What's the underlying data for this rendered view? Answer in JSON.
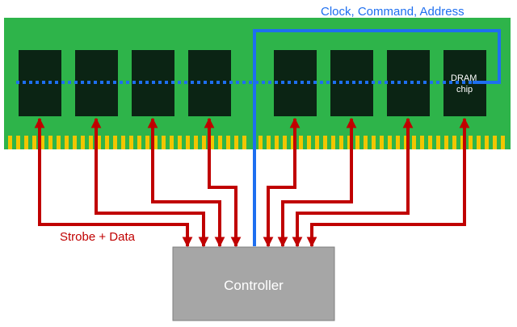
{
  "labels": {
    "bus_label": "Clock, Command, Address",
    "data_label": "Strobe + Data",
    "controller": "Controller",
    "chip_label_line1": "DRAM",
    "chip_label_line2": "chip"
  },
  "colors": {
    "pcb": "#2eb44a",
    "chip": "#0b2414",
    "gold_contacts": "#f2c500",
    "bus": "#1e6ff0",
    "data_lines": "#c00000",
    "controller_fill": "#a6a6a6",
    "controller_border": "#7f7f7f",
    "bus_label_text": "#1e6ff0",
    "data_label_text": "#c00000",
    "controller_text": "#ffffff"
  },
  "chips": [
    {
      "id": "chip-1"
    },
    {
      "id": "chip-2"
    },
    {
      "id": "chip-3"
    },
    {
      "id": "chip-4"
    },
    {
      "id": "chip-5"
    },
    {
      "id": "chip-6"
    },
    {
      "id": "chip-7"
    },
    {
      "id": "chip-8"
    }
  ]
}
